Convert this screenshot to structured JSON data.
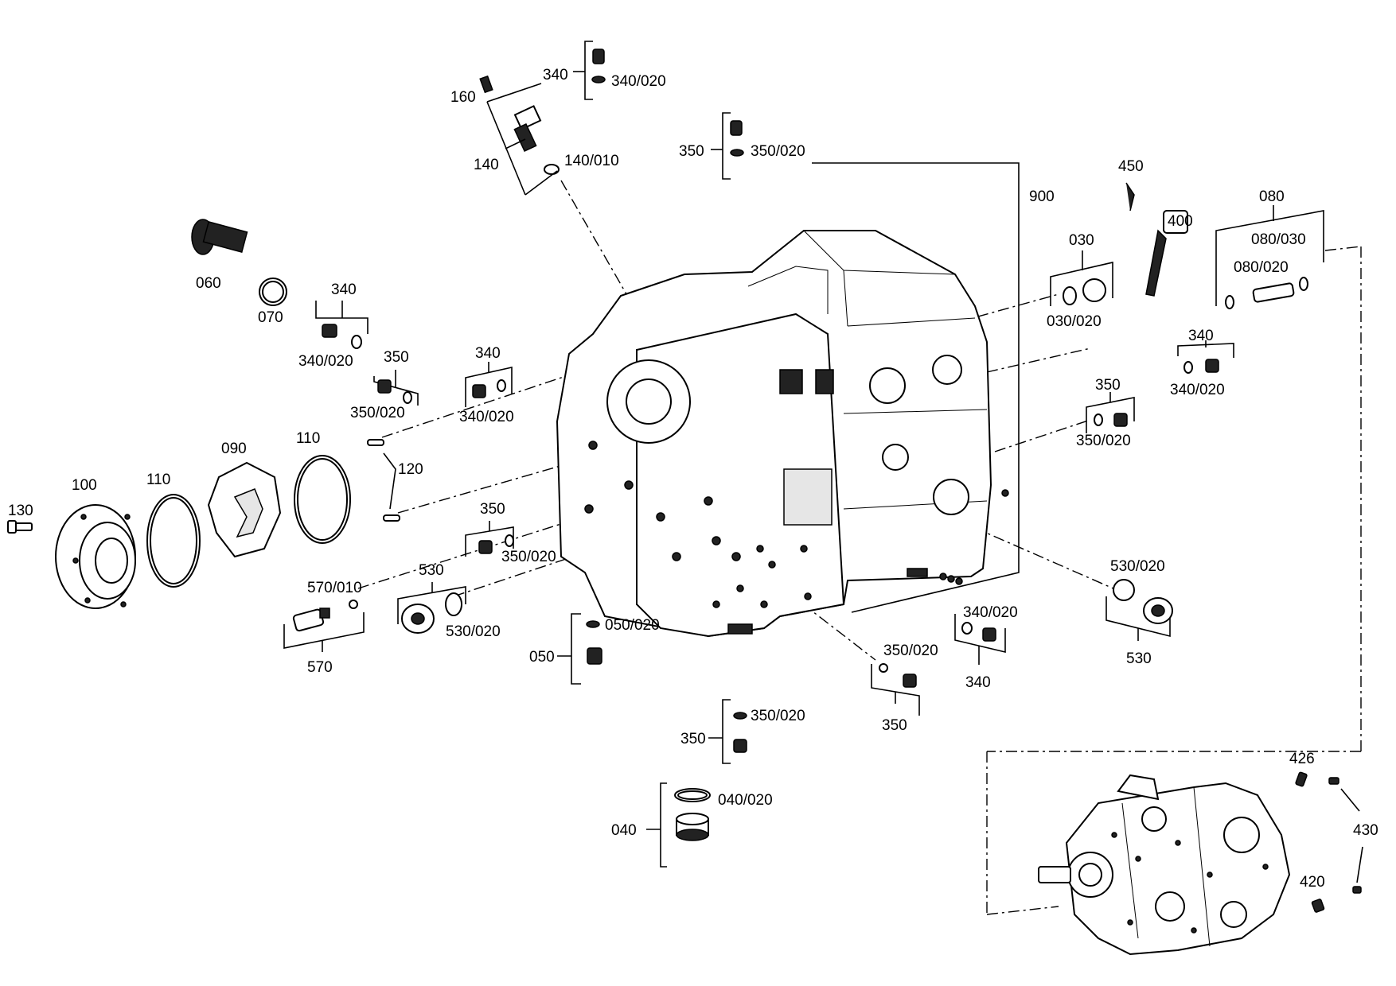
{
  "labels": {
    "l900": "900",
    "l030": "030",
    "l030_020": "030/020",
    "l450": "450",
    "l400": "400",
    "l080": "080",
    "l080_030": "080/030",
    "l080_020": "080/020",
    "l160": "160",
    "l140": "140",
    "l140_010": "140/010",
    "l340_top": "340",
    "l340_020_top": "340/020",
    "l350_top": "350",
    "l350_020_top": "350/020",
    "l060": "060",
    "l070": "070",
    "l340_a": "340",
    "l340_020_a": "340/020",
    "l350_a": "350",
    "l350_020_a": "350/020",
    "l340_b": "340",
    "l340_020_b": "340/020",
    "l340_r": "340",
    "l340_020_r": "340/020",
    "l350_r": "350",
    "l350_020_r": "350/020",
    "l120": "120",
    "l090": "090",
    "l110_a": "110",
    "l110_b": "110",
    "l100": "100",
    "l130": "130",
    "l350_c": "350",
    "l350_020_c": "350/020",
    "l530_a": "530",
    "l530_020_a": "530/020",
    "l570_010": "570/010",
    "l570": "570",
    "l050_020": "050/020",
    "l050": "050",
    "l530_020_r": "530/020",
    "l530_r": "530",
    "l340_020_d": "340/020",
    "l340_d": "340",
    "l350_020_d": "350/020",
    "l350_d": "350",
    "l350_020_e": "350/020",
    "l350_e": "350",
    "l040_020": "040/020",
    "l040": "040",
    "l426": "426",
    "l430": "430",
    "l420": "420"
  }
}
